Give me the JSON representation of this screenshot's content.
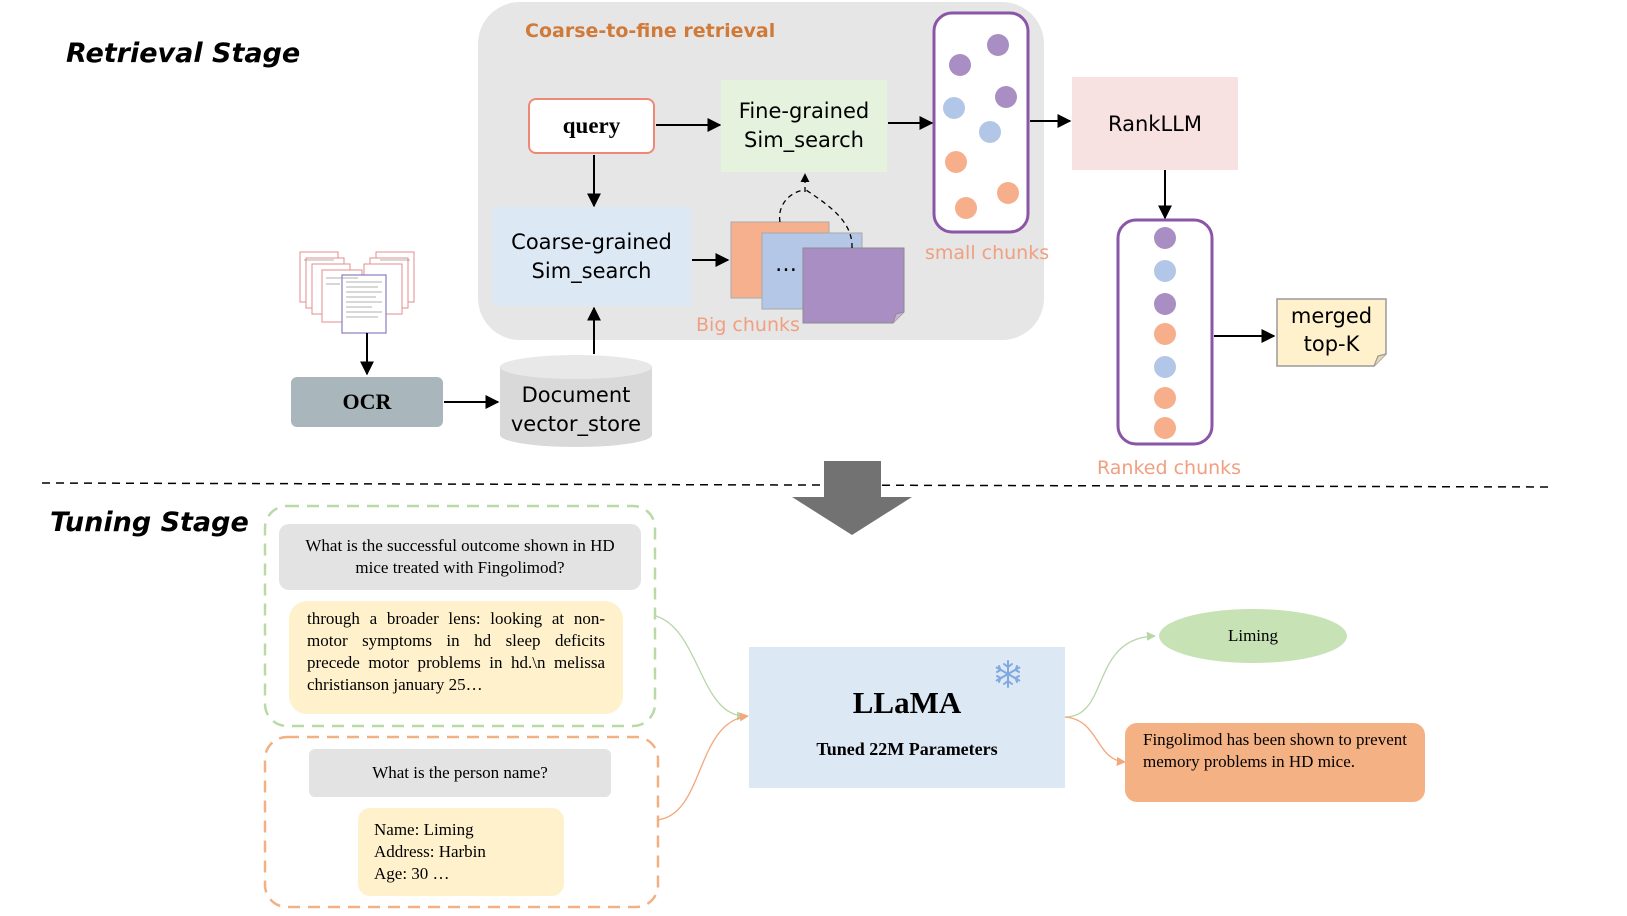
{
  "retrieval_stage": {
    "title": "Retrieval Stage",
    "coarse_to_fine_label": "Coarse-to-fine retrieval",
    "query": "query",
    "fine_grained": "Fine-grained\nSim_search",
    "coarse_grained": "Coarse-grained\nSim_search",
    "ellipsis": "…",
    "big_chunks_label": "Big chunks",
    "small_chunks_label": "small chunks",
    "rankllm": "RankLLM",
    "ranked_chunks_label": "Ranked chunks",
    "merged": "merged\ntop-K",
    "ocr": "OCR",
    "document_store": "Document\nvector_store"
  },
  "tuning_stage": {
    "title": "Tuning Stage",
    "question_1": "What is the successful outcome shown in HD mice treated with Fingolimod?",
    "context_1": "through a broader lens: looking at non-motor symptoms in hd sleep deficits precede motor problems in hd.\\n melissa christianson january 25…",
    "question_2": "What is the person name?",
    "context_2": "Name: Liming\nAddress: Harbin\nAge: 30 …",
    "model_name": "LLaMA",
    "model_sub": "Tuned 22M Parameters",
    "snowflake_icon": "snowflake-icon",
    "output_1": "Liming",
    "output_2": "Fingolimod has been shown to prevent memory problems in HD mice."
  },
  "colors": {
    "purple": "#A98EC4",
    "blue": "#B2C6E8",
    "orange": "#F7AE8A",
    "salmon_text": "#F0A080",
    "panel_gray": "#E6E6E6",
    "green_box": "#E5F2DE",
    "light_blue_box": "#DDE8F5",
    "pink_box": "#F8E1E1",
    "yellow_box": "#FEF1CB",
    "ocr_box": "#A9B7BD",
    "orange_text": "#D07A3A"
  }
}
